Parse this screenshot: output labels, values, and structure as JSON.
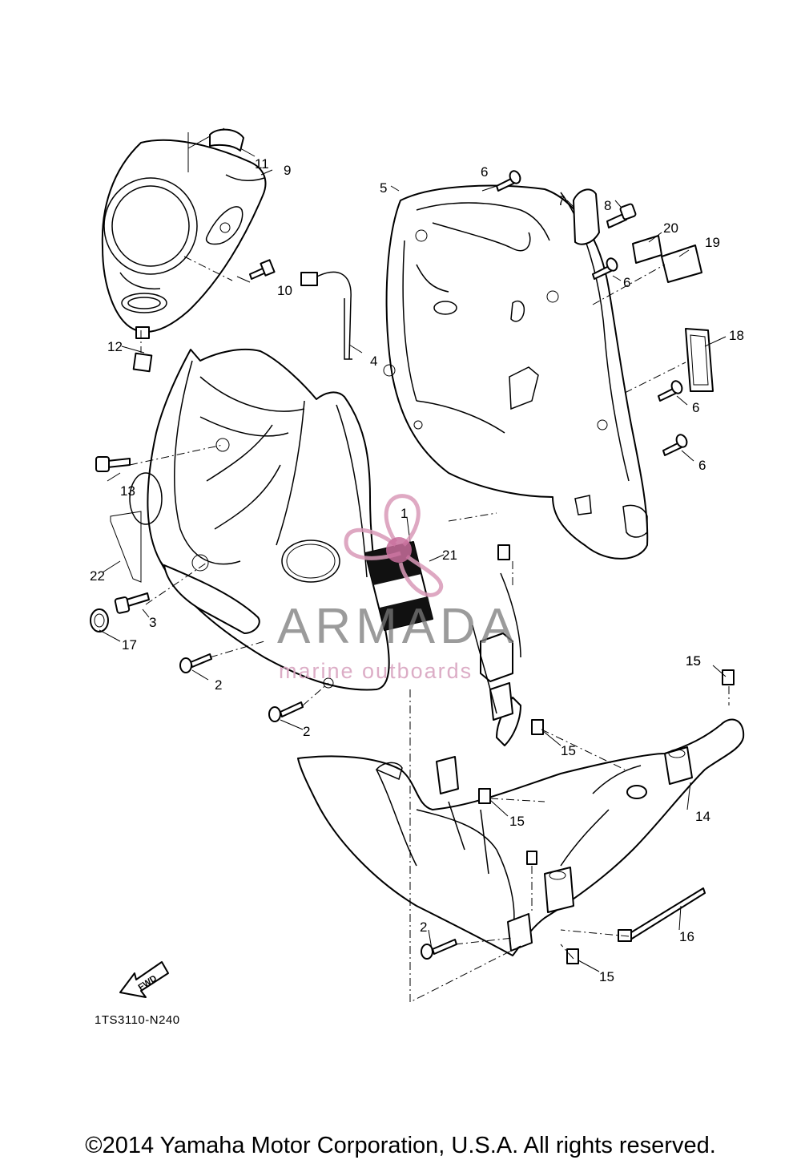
{
  "callouts": [
    "1",
    "2",
    "2",
    "2",
    "3",
    "4",
    "5",
    "6",
    "6",
    "6",
    "6",
    "7",
    "8",
    "9",
    "10",
    "11",
    "12",
    "13",
    "14",
    "15",
    "15",
    "15",
    "15",
    "15",
    "16",
    "17",
    "18",
    "19",
    "20",
    "21",
    "22"
  ],
  "fwd_label": "FWD",
  "reference_code": "1TS3110-N240",
  "copyright": "©2014 Yamaha Motor Corporation, U.S.A. All rights reserved.",
  "watermark": {
    "brand": "ARMADA",
    "tagline": "marine outboards",
    "logo_color": "#d99ab8",
    "text_color": "#7a7a7a"
  }
}
